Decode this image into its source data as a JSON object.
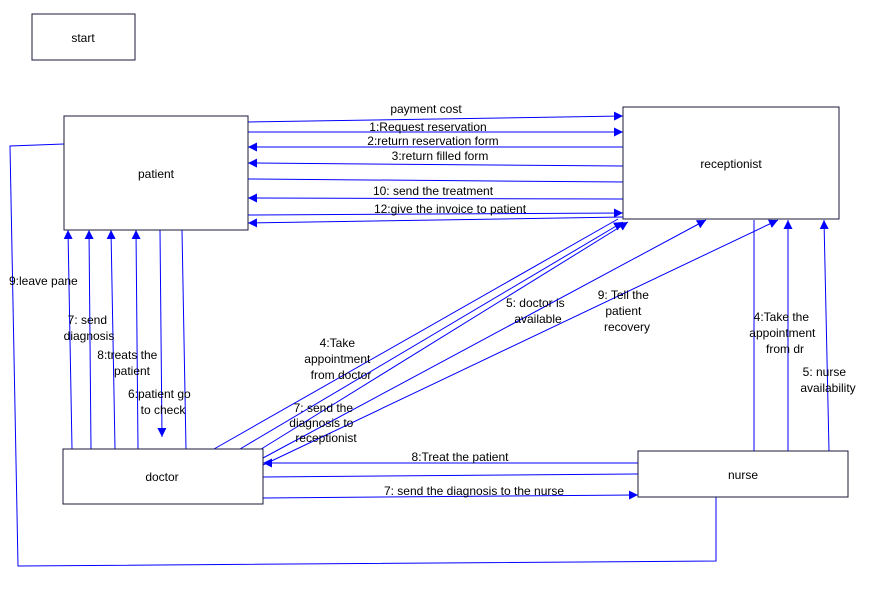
{
  "nodes": {
    "start": "start",
    "patient": "patient",
    "receptionist": "receptionist",
    "doctor": "doctor",
    "nurse": "nurse"
  },
  "messages": {
    "payment_cost": "payment cost",
    "request_reservation": "1:Request reservation",
    "return_reservation_form": "2:return reservation form",
    "return_filled_form": "3:return filled form",
    "send_treatment": "10: send the treatment",
    "give_invoice": "12:give the invoice to patient",
    "leave_pane": "9:leave pane",
    "send_diagnosis": [
      "7: send",
      "diagnosis"
    ],
    "treats_patient": [
      "8:treats the",
      "patient"
    ],
    "patient_go_check": [
      "6:patient go",
      "to check"
    ],
    "take_appointment_doctor": [
      "4:Take",
      "appointment",
      "from doctor"
    ],
    "send_diagnosis_receptionist": [
      "7: send the",
      "diagnosis to",
      "receptionist"
    ],
    "doctor_available": [
      "5: doctor is",
      "available"
    ],
    "tell_recovery": [
      "9: Tell the",
      "patient",
      "recovery"
    ],
    "take_appointment_dr": [
      "4:Take the",
      "appointment",
      "from dr"
    ],
    "nurse_availability": [
      "5: nurse",
      "availability"
    ],
    "treat_patient": "8:Treat the patient",
    "send_diagnosis_nurse": "7: send the diagnosis to the nurse"
  },
  "colors": {
    "flow": "#0000ff",
    "box_border": "#1a1a3a",
    "text": "#000000"
  }
}
